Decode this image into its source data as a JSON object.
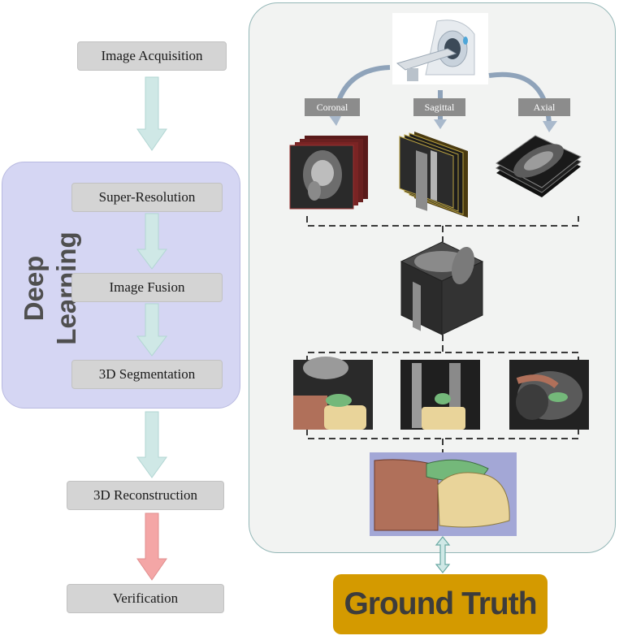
{
  "pipeline": {
    "steps": [
      "Image Acquisition",
      "Super-Resolution",
      "Image Fusion",
      "3D Segmentation",
      "3D Reconstruction",
      "Verification"
    ],
    "group_label": "Deep Learning"
  },
  "acquisition": {
    "views": [
      "Coronal",
      "Sagittal",
      "Axial"
    ]
  },
  "ground_truth": "Ground Truth",
  "colors": {
    "step_box": "#d4d4d4",
    "deep_learning_box": "#d5d6f3",
    "panel_bg": "#f2f3f2",
    "arrow_teal": "#cfe8e6",
    "arrow_red": "#f4a6a6",
    "ground_truth_bg": "#d49a00",
    "bone_brown": "#b0705a",
    "bone_yellow": "#e9d49a",
    "bone_green": "#74b87a"
  }
}
